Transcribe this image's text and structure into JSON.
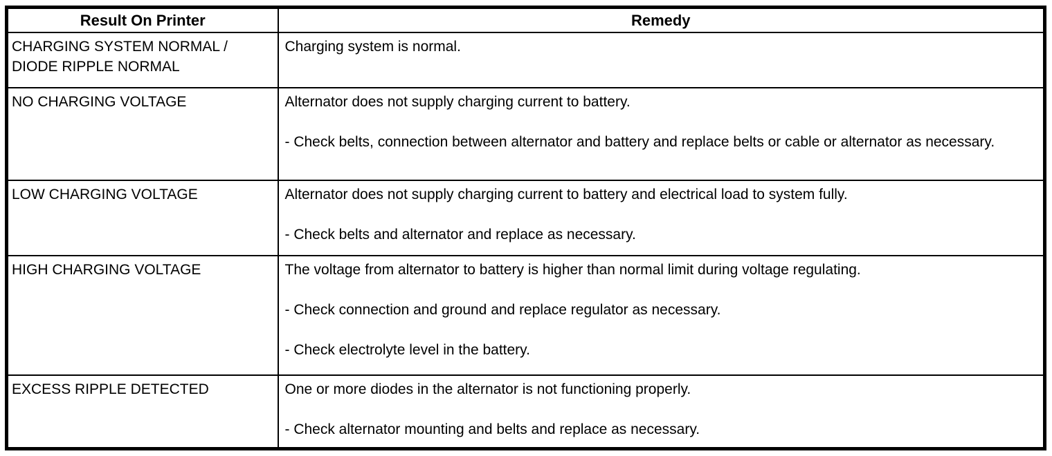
{
  "page": {
    "background_color": "#ffffff",
    "text_color": "#000000",
    "border_color": "#000000"
  },
  "table": {
    "columns": [
      {
        "label": "Result On Printer"
      },
      {
        "label": "Remedy"
      }
    ],
    "rows": [
      {
        "result": "CHARGING SYSTEM NORMAL / DIODE RIPPLE NORMAL",
        "remedy": [
          {
            "text": "Charging system is normal.",
            "bullet": false
          }
        ]
      },
      {
        "result": "NO CHARGING VOLTAGE",
        "remedy": [
          {
            "text": "Alternator does not supply charging current to battery.",
            "bullet": false
          },
          {
            "text": "- Check belts, connection between alternator and battery and replace belts or cable or alternator as necessary.",
            "bullet": true
          }
        ]
      },
      {
        "result": "LOW CHARGING VOLTAGE",
        "remedy": [
          {
            "text": "Alternator does not supply charging current to battery and electrical load to system fully.",
            "bullet": false
          },
          {
            "text": "- Check belts and alternator and replace as necessary.",
            "bullet": true
          }
        ]
      },
      {
        "result": "HIGH CHARGING VOLTAGE",
        "remedy": [
          {
            "text": "The voltage from alternator to battery is higher than normal limit during voltage regulating.",
            "bullet": false
          },
          {
            "text": "- Check connection and ground and replace regulator as necessary.",
            "bullet": true
          },
          {
            "text": "- Check electrolyte level in the battery.",
            "bullet": true
          }
        ]
      },
      {
        "result": "EXCESS RIPPLE DETECTED",
        "remedy": [
          {
            "text": "One or more diodes in the alternator is not functioning properly.",
            "bullet": false
          },
          {
            "text": "- Check alternator mounting and belts and replace as necessary.",
            "bullet": true
          }
        ]
      }
    ]
  }
}
